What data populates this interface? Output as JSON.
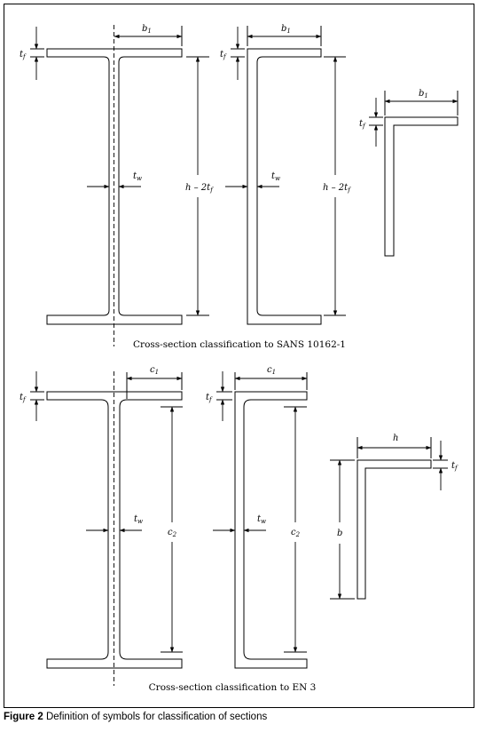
{
  "labels": {
    "b1": "b",
    "b1_sub": "1",
    "tf": "t",
    "tf_sub": "f",
    "tw": "t",
    "tw_sub": "w",
    "h2tf_h": "h – 2t",
    "h2tf_sub": "f",
    "c1": "c",
    "c1_sub": "1",
    "c2": "c",
    "c2_sub": "2",
    "h": "h",
    "b": "b"
  },
  "captions": {
    "sans": "Cross-section classification to SANS 10162-1",
    "en3": "Cross-section classification to EN 3"
  },
  "figure": {
    "number": "Figure 2",
    "title": "Definition of symbols for classification of sections"
  }
}
